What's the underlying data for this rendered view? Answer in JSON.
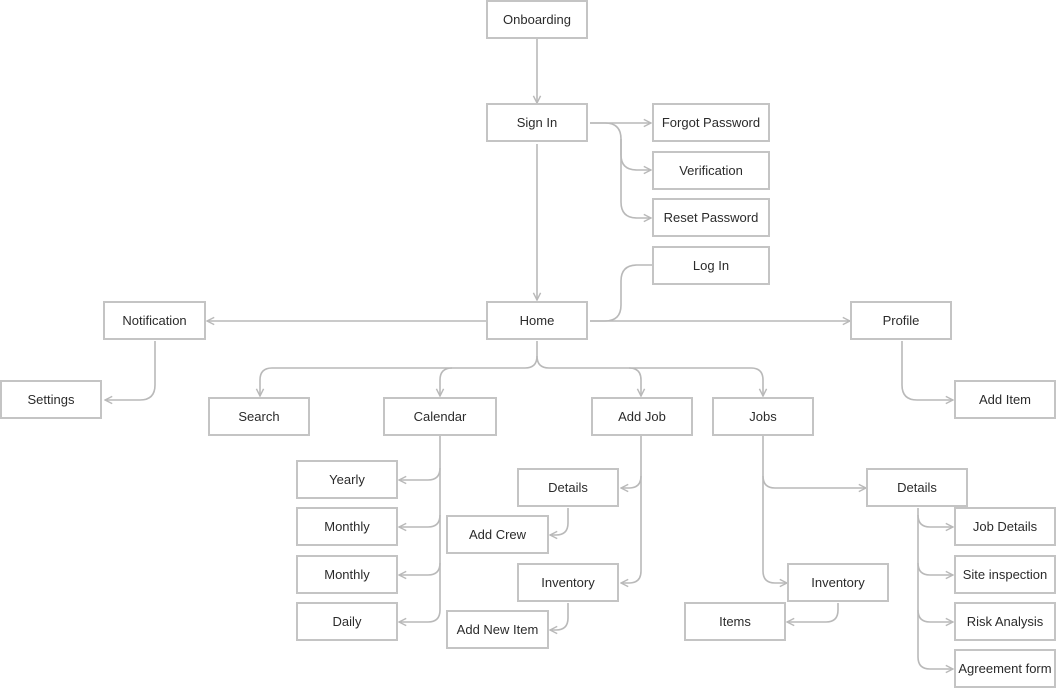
{
  "diagram": {
    "nodes": {
      "onboarding": "Onboarding",
      "sign_in": "Sign In",
      "forgot_password": "Forgot Password",
      "verification": "Verification",
      "reset_password": "Reset Password",
      "log_in": "Log In",
      "home": "Home",
      "notification": "Notification",
      "profile": "Profile",
      "settings": "Settings",
      "add_item": "Add Item",
      "search": "Search",
      "calendar": "Calendar",
      "add_job": "Add Job",
      "jobs": "Jobs",
      "yearly": "Yearly",
      "monthly_1": "Monthly",
      "monthly_2": "Monthly",
      "daily": "Daily",
      "add_job_details": "Details",
      "add_crew": "Add Crew",
      "add_job_inventory": "Inventory",
      "add_new_item": "Add New Item",
      "jobs_details": "Details",
      "job_details": "Job Details",
      "site_inspection": "Site inspection",
      "risk_analysis": "Risk Analysis",
      "agreement_form": "Agreement form",
      "jobs_inventory": "Inventory",
      "items": "Items"
    },
    "edges": [
      [
        "onboarding",
        "sign_in"
      ],
      [
        "sign_in",
        "forgot_password"
      ],
      [
        "sign_in",
        "verification"
      ],
      [
        "sign_in",
        "reset_password"
      ],
      [
        "home",
        "log_in"
      ],
      [
        "sign_in",
        "home"
      ],
      [
        "home",
        "notification"
      ],
      [
        "home",
        "profile"
      ],
      [
        "notification",
        "settings"
      ],
      [
        "profile",
        "add_item"
      ],
      [
        "home",
        "search"
      ],
      [
        "home",
        "calendar"
      ],
      [
        "home",
        "add_job"
      ],
      [
        "home",
        "jobs"
      ],
      [
        "calendar",
        "yearly"
      ],
      [
        "calendar",
        "monthly_1"
      ],
      [
        "calendar",
        "monthly_2"
      ],
      [
        "calendar",
        "daily"
      ],
      [
        "add_job",
        "add_job_details"
      ],
      [
        "add_job_details",
        "add_crew"
      ],
      [
        "add_job",
        "add_job_inventory"
      ],
      [
        "add_job_inventory",
        "add_new_item"
      ],
      [
        "jobs",
        "jobs_details"
      ],
      [
        "jobs",
        "jobs_inventory"
      ],
      [
        "jobs_inventory",
        "items"
      ],
      [
        "jobs_details",
        "job_details"
      ],
      [
        "jobs_details",
        "site_inspection"
      ],
      [
        "jobs_details",
        "risk_analysis"
      ],
      [
        "jobs_details",
        "agreement_form"
      ]
    ]
  }
}
